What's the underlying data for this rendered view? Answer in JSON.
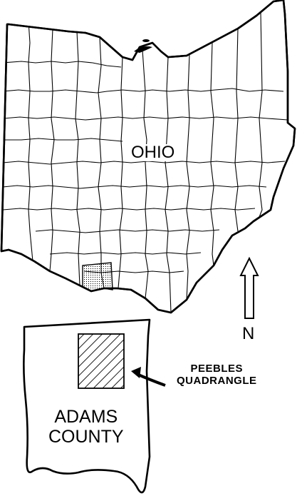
{
  "state_label": "OHIO",
  "north_label": "N",
  "quadrangle_label": {
    "line1": "PEEBLES",
    "line2": "QUADRANGLE"
  },
  "county_label": {
    "line1": "ADAMS",
    "line2": "COUNTY"
  },
  "colors": {
    "ink": "#000000",
    "paper": "#ffffff"
  }
}
